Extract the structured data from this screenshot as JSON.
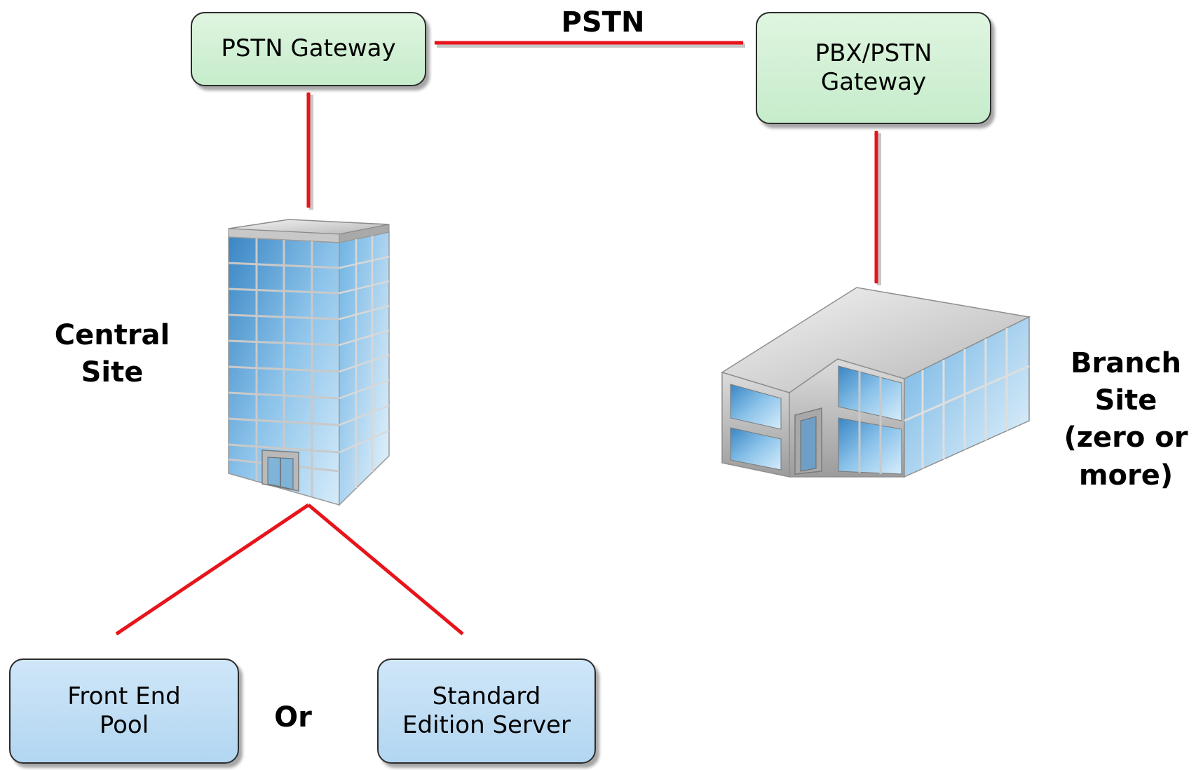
{
  "nodes": {
    "pstn_gateway": "PSTN Gateway",
    "pbx_gateway": "PBX/PSTN\nGateway",
    "front_end_pool": "Front End\nPool",
    "standard_server": "Standard\nEdition Server"
  },
  "labels": {
    "pstn": "PSTN",
    "central_site": "Central\nSite",
    "branch_site": "Branch\nSite\n(zero or\nmore)",
    "or": "Or"
  },
  "colors": {
    "arrow": "#e8141b",
    "node_green": "#c6eccb",
    "node_blue": "#b2d6f1"
  },
  "icons": {
    "central": "office-tower-icon",
    "branch": "branch-office-building-icon"
  }
}
